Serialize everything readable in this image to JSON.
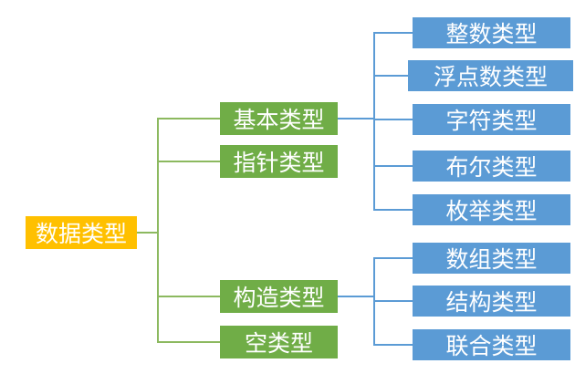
{
  "colors": {
    "background": "#ffffff",
    "root_bg": "#FFC000",
    "branch_bg": "#70AD47",
    "leaf_bg": "#5B9BD5",
    "branch_line": "#8CB95F",
    "leaf_line": "#5B9BD5",
    "text": "#ffffff"
  },
  "tree": {
    "root": {
      "label": "数据类型"
    },
    "branches": [
      {
        "label": "基本类型",
        "children": [
          "整数类型",
          "浮点数类型",
          "字符类型",
          "布尔类型",
          "枚举类型"
        ]
      },
      {
        "label": "指针类型",
        "children": []
      },
      {
        "label": "构造类型",
        "children": [
          "数组类型",
          "结构类型",
          "联合类型"
        ]
      },
      {
        "label": "空类型",
        "children": []
      }
    ]
  }
}
